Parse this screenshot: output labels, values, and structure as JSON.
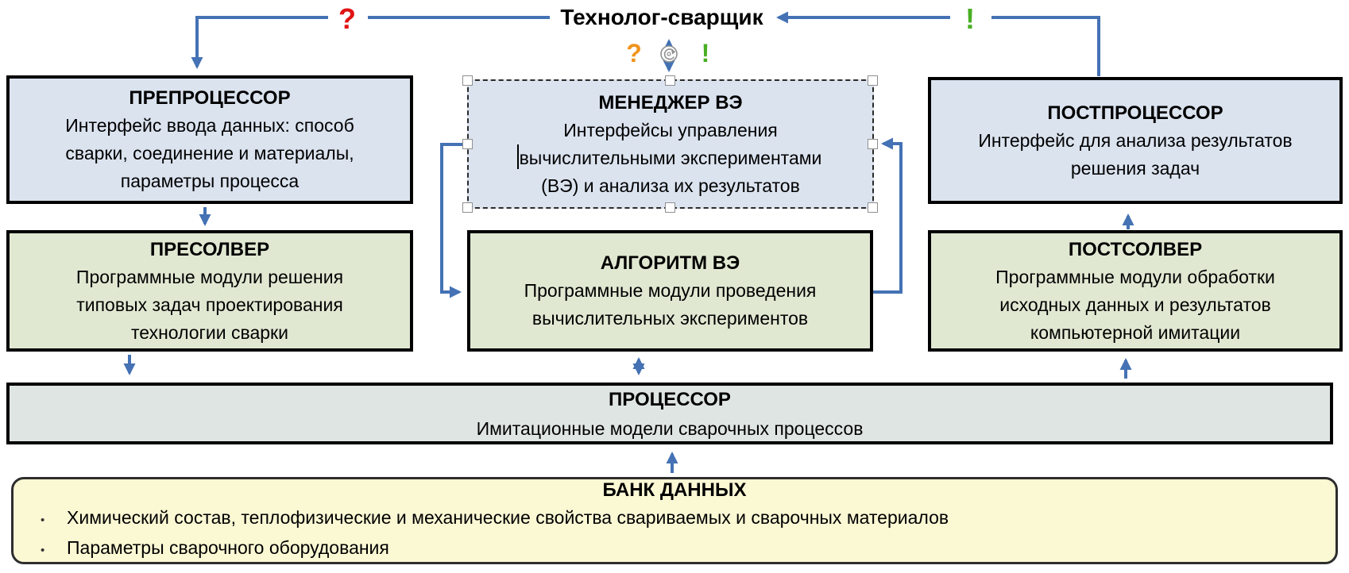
{
  "colors": {
    "connector": "#4472b4",
    "mark_red": "#e01414",
    "mark_orange": "#f0941e",
    "mark_green": "#48ae22",
    "box_blue": "#dbe3ef",
    "box_green": "#e0e8d2",
    "box_gray": "#dfe5e2",
    "box_yellow": "#fbf8d4"
  },
  "actor": {
    "label": "Технолог-сварщик"
  },
  "marks": {
    "red_question": "?",
    "orange_question": "?",
    "green_exclaim_center": "!",
    "green_exclaim_right": "!"
  },
  "boxes": {
    "preprocessor": {
      "title": "ПРЕПРОЦЕССОР",
      "lines": [
        "Интерфейс ввода данных: способ",
        "сварки, соединение и материалы,",
        "параметры процесса"
      ]
    },
    "manager": {
      "title": "МЕНЕДЖЕР ВЭ",
      "lines": [
        "Интерфейсы управления",
        "вычислительными экспериментами",
        "(ВЭ) и анализа их результатов"
      ]
    },
    "postprocessor": {
      "title": "ПОСТПРОЦЕССОР",
      "lines": [
        "Интерфейс для анализа результатов",
        "решения задач"
      ]
    },
    "presolver": {
      "title": "ПРЕСОЛВЕР",
      "lines": [
        "Программные модули решения",
        "типовых задач проектирования",
        "технологии сварки"
      ]
    },
    "algorithm": {
      "title": "АЛГОРИТМ ВЭ",
      "lines": [
        "Программные модули проведения",
        "вычислительных экспериментов"
      ]
    },
    "postsolver": {
      "title": "ПОСТСОЛВЕР",
      "lines": [
        "Программные модули обработки",
        "исходных данных и результатов",
        "компьютерной имитации"
      ]
    },
    "processor": {
      "title": "ПРОЦЕССОР",
      "lines": [
        "Имитационные модели сварочных процессов"
      ]
    },
    "databank": {
      "title": "БАНК ДАННЫХ",
      "bullets": [
        "Химический состав, теплофизические и механические свойства свариваемых и сварочных материалов",
        "Параметры сварочного оборудования"
      ]
    }
  }
}
